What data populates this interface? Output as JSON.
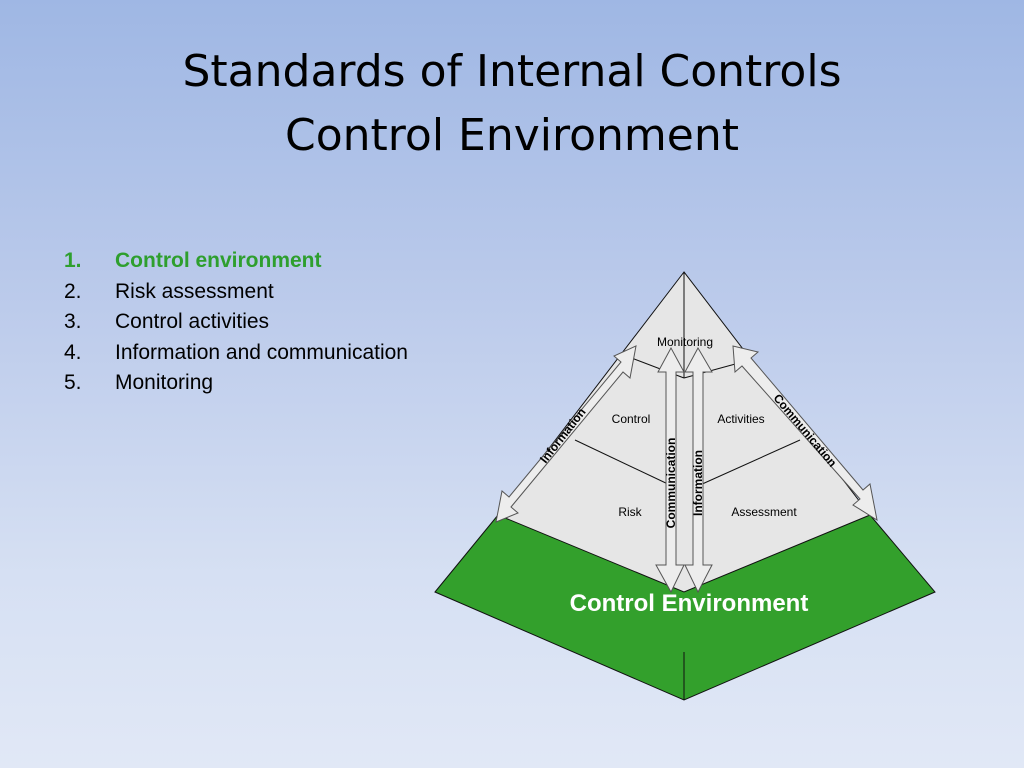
{
  "title": {
    "line1": "Standards of Internal Controls",
    "line2": "Control Environment"
  },
  "steps": [
    {
      "num": "1.",
      "label": "Control environment",
      "active": true
    },
    {
      "num": "2.",
      "label": "Risk assessment",
      "active": false
    },
    {
      "num": "3.",
      "label": "Control activities",
      "active": false
    },
    {
      "num": "4.",
      "label": "Information and communication",
      "active": false
    },
    {
      "num": "5.",
      "label": "Monitoring",
      "active": false
    }
  ],
  "pyramid": {
    "base_label": "Control Environment",
    "monitoring": "Monitoring",
    "control": "Control",
    "activities": "Activities",
    "risk": "Risk",
    "assessment": "Assessment",
    "arrow_left": "Information",
    "arrow_right": "Communication",
    "arrow_center_left": "Communication",
    "arrow_center_right": "Information"
  },
  "colors": {
    "base_green": "#33a02c",
    "face_gray": "#e6e6e6",
    "active_step": "#2e9f2e"
  }
}
